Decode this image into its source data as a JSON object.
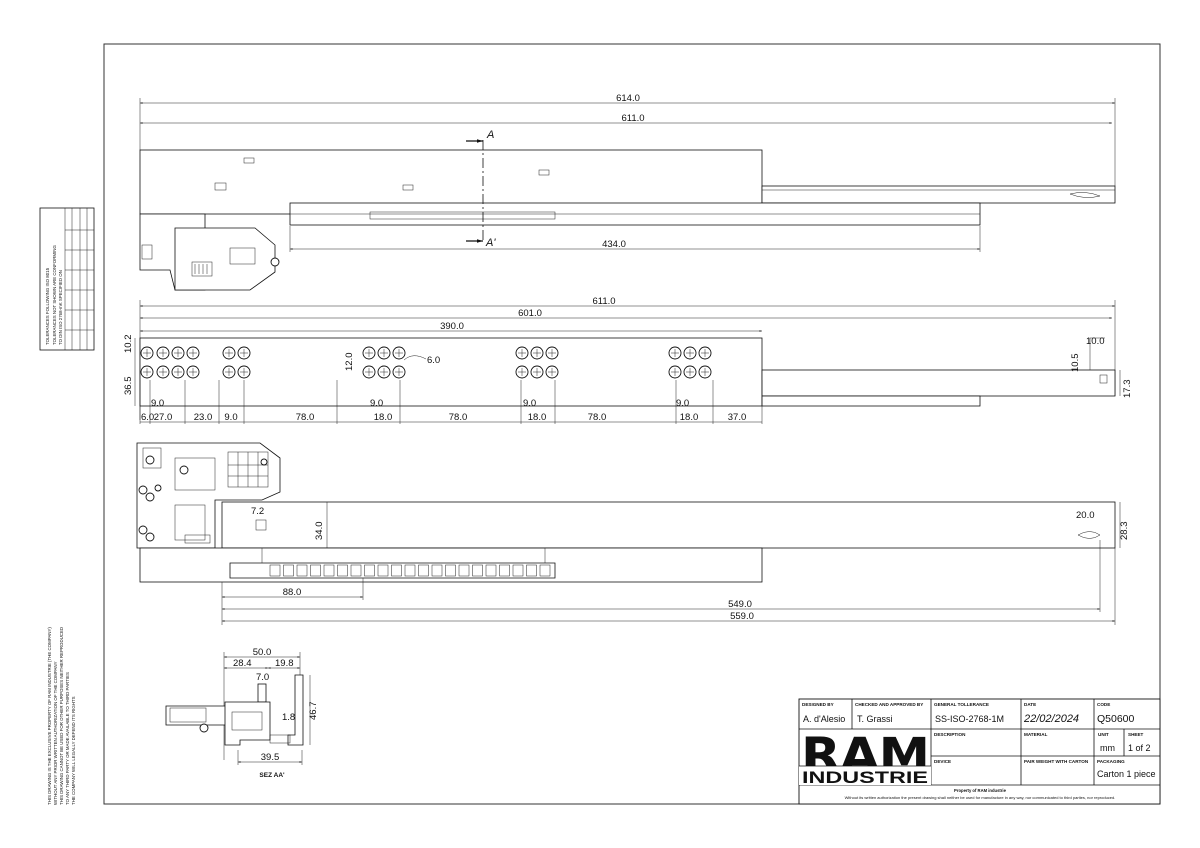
{
  "dimensions": {
    "top_overall": "614.0",
    "top_body": "611.0",
    "top_inner": "434.0",
    "section_a": "A",
    "section_a2": "A'",
    "side_overall": "611.0",
    "side_length": "601.0",
    "side_390": "390.0",
    "side_10_2": "10.2",
    "side_36_5": "36.5",
    "side_12": "12.0",
    "side_hole": "6.0",
    "side_10_0": "10.0",
    "side_10_5": "10.5",
    "side_17_3": "17.3",
    "pitch_9": "9.0",
    "pitch_bottom": [
      "6.0",
      "27.0",
      "23.0",
      "9.0",
      "78.0",
      "18.0",
      "78.0",
      "18.0",
      "78.0",
      "18.0",
      "37.0"
    ],
    "bottom_7_2": "7.2",
    "bottom_34": "34.0",
    "bottom_20": "20.0",
    "bottom_28_3": "28.3",
    "bottom_88": "88.0",
    "bottom_549": "549.0",
    "bottom_559": "559.0",
    "sec_50": "50.0",
    "sec_28_4": "28.4",
    "sec_19_8": "19.8",
    "sec_7": "7.0",
    "sec_1_8": "1.8",
    "sec_46_7": "46.7",
    "sec_39_5": "39.5",
    "sec_caption": "SEZ AA'"
  },
  "title_block": {
    "designed_by_label": "DESIGNED BY",
    "designed_by": "A. d'Alesio",
    "checked_label": "CHECKED AND APPROVED BY",
    "checked": "T. Grassi",
    "tolerance_label": "GENERAL TOLLERANCE",
    "tolerance": "SS-ISO-2768-1M",
    "date_label": "DATE",
    "date": "22/02/2024",
    "code_label": "CODE",
    "code": "Q50600",
    "description_label": "DESCRIPTION",
    "material_label": "MATERIAL",
    "unit_label": "UNIT",
    "unit": "mm",
    "sheet_label": "SHEET",
    "sheet": "1 of 2",
    "device_label": "DEVICE",
    "weight_label": "PAIR WEIGHT WITH CARTON",
    "packaging_label": "PACKAGING",
    "packaging": "Carton 1 piece",
    "logo_top": "RAM",
    "logo_bottom": "INDUSTRIE",
    "property": "Property of RAM industrie",
    "notice": "Without its written authorization the present drawing shall neither be used for manufacture in any way, nor communicated to third parties, nor reproduced."
  },
  "side_notes": {
    "tolerance_title": "TOLERANCES FOLLOWING ISO 8015",
    "tolerance_note1": "TOLERANCES NOT SHOWN ARE CONFORMING",
    "tolerance_note2": "TO DIN ISO 2768-mK SPECIFIED ON",
    "legal1": "THIS DRAWING IS THE EXCLUSIVE PROPERTY OF RAM INDUSTRIE (THE COMPANY)",
    "legal2": "WITHOUT ANY PRIOR WRITTEN AUTHORIZATION OF THE COMPANY",
    "legal3": "THIS DRAWING CANNOT BE USED FOR OTHER PURPOSES NEITHER REPRODUCED",
    "legal4": "TO ANY THIRD PARTY OR MADE AVAILABLE TO THIRD PARTIES",
    "legal5": "THE COMPANY WILL LEGALLY DEFEND ITS RIGHTS"
  }
}
